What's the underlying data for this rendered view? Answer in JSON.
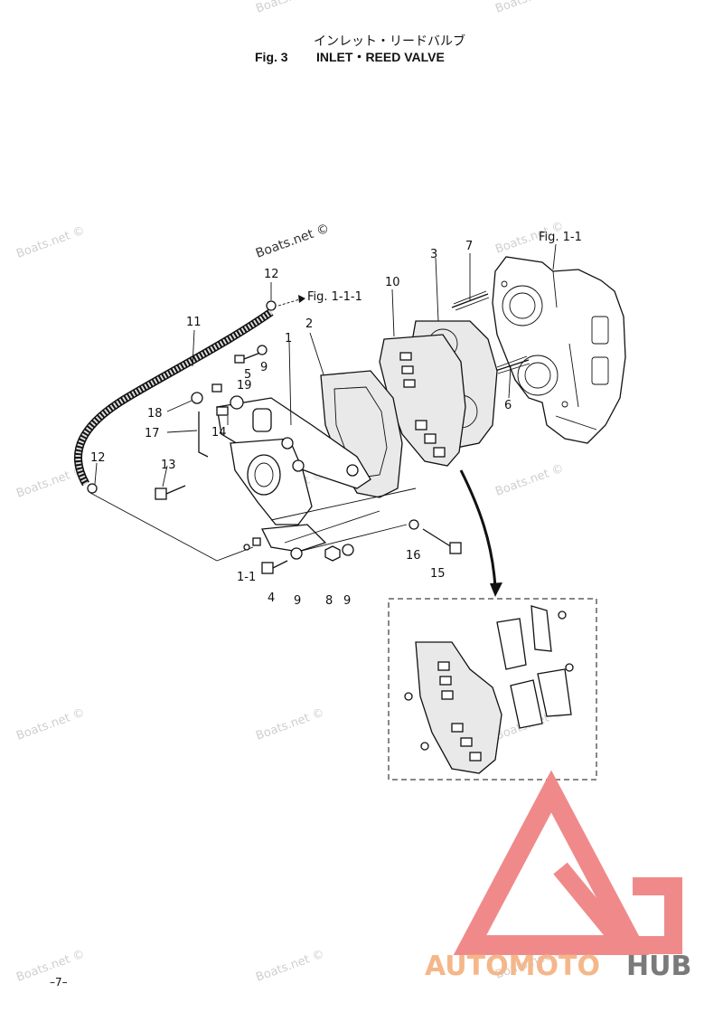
{
  "title": {
    "jp": "インレット・リードバルブ",
    "fig_label": "Fig. 3",
    "en": "INLET・REED VALVE"
  },
  "refs": {
    "fig_1_1": "Fig. 1-1",
    "fig_1_1_1": "Fig. 1-1-1"
  },
  "parts": [
    {
      "id": "p1",
      "label": "1"
    },
    {
      "id": "p2",
      "label": "2"
    },
    {
      "id": "p3",
      "label": "3"
    },
    {
      "id": "p4",
      "label": "4"
    },
    {
      "id": "p5",
      "label": "5"
    },
    {
      "id": "p6",
      "label": "6"
    },
    {
      "id": "p7",
      "label": "7"
    },
    {
      "id": "p8",
      "label": "8"
    },
    {
      "id": "p9a",
      "label": "9"
    },
    {
      "id": "p9b",
      "label": "9"
    },
    {
      "id": "p9c",
      "label": "9"
    },
    {
      "id": "p10",
      "label": "10"
    },
    {
      "id": "p11",
      "label": "11"
    },
    {
      "id": "p12a",
      "label": "12"
    },
    {
      "id": "p12b",
      "label": "12"
    },
    {
      "id": "p13",
      "label": "13"
    },
    {
      "id": "p14",
      "label": "14"
    },
    {
      "id": "p15",
      "label": "15"
    },
    {
      "id": "p16",
      "label": "16"
    },
    {
      "id": "p17",
      "label": "17"
    },
    {
      "id": "p18",
      "label": "18"
    },
    {
      "id": "p19",
      "label": "19"
    },
    {
      "id": "p1_1",
      "label": "1-1"
    }
  ],
  "watermark": "Boats.net ©",
  "page_number": "–7–",
  "brand": {
    "part1": "AUTOMOTO",
    "part2": "HUB",
    "logo_color": "#f08a8a",
    "text_color_1": "#f5b78a",
    "text_color_2": "#7a7a7a"
  }
}
